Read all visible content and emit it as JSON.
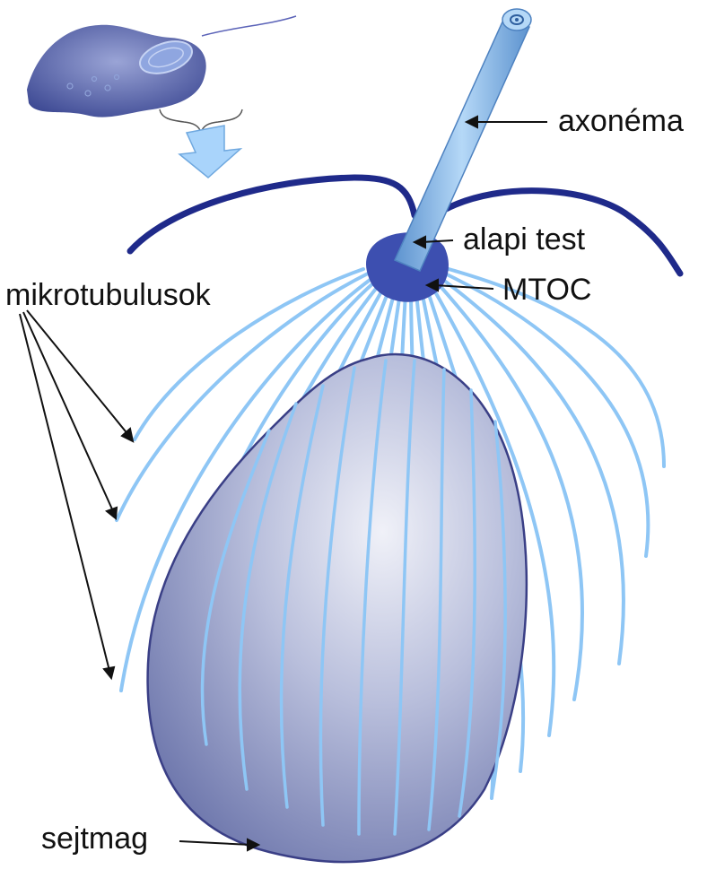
{
  "labels": {
    "axonema": "axonéma",
    "alapi_test": "alapi test",
    "mtoc": "MTOC",
    "mikrotubulusok": "mikrotubulusok",
    "sejtmag": "sejtmag"
  },
  "colors": {
    "membrane": "#1f2a8a",
    "microtubule": "#8ec6f5",
    "nucleus": "#a8b0d4",
    "nucleus_edge": "#3a3f86",
    "axoneme": "#7fb2e6",
    "mtoc": "#3d4fb0",
    "cell_body": "#4b5aa3",
    "down_arrow": "#a9d4fb",
    "pointer": "#111111"
  },
  "icons": {
    "cell_thumbnail": "whole-cell-inset-icon",
    "zoom_arrow": "down-arrow-icon"
  }
}
